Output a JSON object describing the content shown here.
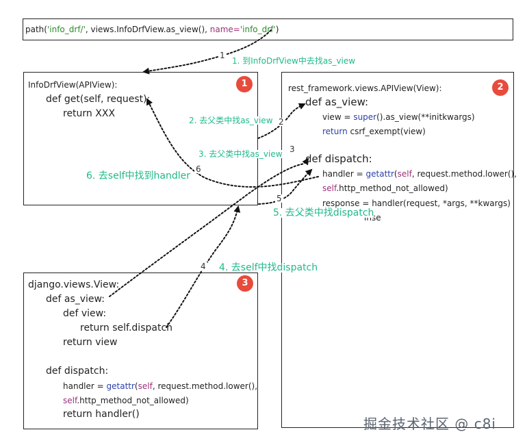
{
  "top_box": {
    "path_pre": "path(",
    "path_route": "'info_drf/'",
    "path_mid": ", views.InfoDrfView.as_view(), ",
    "path_name_kw": "name=",
    "path_name_val": "'info_drf'",
    "path_close": ")"
  },
  "box1": {
    "badge": "1",
    "class_line": "InfoDrfView(APIView):",
    "def_get": "def get(self, request):",
    "return_line": "return XXX"
  },
  "box2": {
    "badge": "2",
    "class_line": "rest_framework.views.APIView(View):",
    "def_as_view": "def as_view:",
    "view_pre": "view = ",
    "view_super": "super",
    "view_post": "().as_view(**initkwargs)",
    "return_kw": "return",
    "return_rest": " csrf_exempt(view)",
    "def_dispatch": "def dispatch:",
    "handler_pre": "handler = ",
    "handler_getattr": "getattr",
    "handler_paren": "(",
    "handler_self": "self",
    "handler_rest": ", request.method.lower(),",
    "self2": "self",
    "not_allowed": ".http_method_not_allowed)",
    "response_line": "response = handler(request, *args, **kwargs)",
    "partial": "ınse"
  },
  "box3": {
    "badge": "3",
    "class_line": "django.views.View:",
    "def_as_view": "def as_view:",
    "def_view": "def view:",
    "return_dispatch": "return self.dispatch",
    "return_view": "return view",
    "def_dispatch": "def dispatch:",
    "handler_pre": "handler = ",
    "handler_getattr": "getattr",
    "handler_paren": "(",
    "handler_self": "self",
    "handler_rest": ", request.method.lower(),",
    "self2": "self",
    "not_allowed": ".http_method_not_allowed)",
    "return_handler": "return handler()"
  },
  "steps": {
    "s1": "1.  到InfoDrfView中去找as_view",
    "s2": "2.  去父类中找as_view",
    "s3": "3.  去父类中找as_view",
    "s4": "4.  去self中找dispatch",
    "s5": "5.  去父类中找dispatch",
    "s6": "6.  去self中找到handler"
  },
  "arrow_numbers": [
    "1",
    "2",
    "3",
    "4",
    "5",
    "6"
  ],
  "watermark": "掘金技术社区 @ c8i",
  "colors": {
    "annotation": "#1fb98a",
    "badge": "#e84b3c",
    "string": "#2b8a2b",
    "keyword": "#9b2f7a",
    "builtin": "#2a3fa8"
  }
}
